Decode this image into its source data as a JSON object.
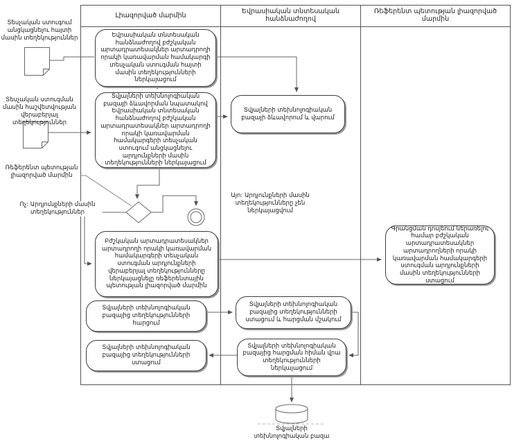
{
  "lanes": [
    {
      "title": "Լիազորված մարմին"
    },
    {
      "title": "Եվրասիական տնտեսական հանձնաժողով"
    },
    {
      "title": "Ռեֆերենտ պետության լիազորված մարմին"
    }
  ],
  "nodes": {
    "submit_application": "Եվրասիական տնտեսական հանձնաժողով բժշկական արտադրատեսակներ արտադրողի որակի կառավարման համակարգի տեսչական ստուգման հայտի մասին տեղեկությունների ներկայացում",
    "submit_results": "Տվյալների տեխնոլոգիական բազայի ձևավորման նպատակով Եվրասիական տնտեսական հանձնաժողով բժշկական արտադրատեսակներ արտադրողի որակի կառավարման համակարգերի տեսչական ստուգում անցկացնելու արդյունքների մասին տեղեկությունների ներկայացում",
    "form_maintain_db": "Տվյալների տեխնոլոգիական բազայի ձևավորում և վարում",
    "submit_to_referent": "Բժշկական արտադրատեսակներ արտադրողի որակի կառավարման համակարգերի տեսչական ստուգման արդյունքների վերաբերյալ տեղեկությունները ներկայացնելը ռեֆերենտային պետության լիազորված մարմին",
    "receive_for_dossier": "Գրանցման դոսյեում ներառելու համար բժշկական արտադրատեսակներ արտադրողների որակի կառավարման համակարգերի ստուգման արդյունքների մասին տեղեկությունների ստացում",
    "request_info": "Տվյալների տեխնոլոգիական բազայից տեղեկությունների հարցում",
    "receive_process_request": "Տվյալների տեխնոլոգիական բազայից տեղեկությունների ստացում և հարցման մշակում",
    "submit_on_request": "Տվյալների տեխնոլոգիական բազայից հարցման հիման վրա տեղեկությունների ներկայացում",
    "receive_info": "Տվյալների տեխնոլոգիական բազայից տեղեկությունների ստացում"
  },
  "annotations": {
    "doc1_label": "Տեսչական ստուգում անցկացնելու հայտի մասին տեղեկություններ",
    "doc2_label": "Տեսչական ստուգման մասին հաշվետվության վերաբերյալ տեղեկություններ",
    "referent_label": "Ռեֆերենտ պետության լիազորված մարմին",
    "no_branch": "Ոչ: Արդյունքների մասին տեղեկություններ",
    "yes_branch": "Այո: Արդյունքների մասին տեղեկությունները չեն ներկայացվում",
    "database_label": "Տվյալների տեխնոլոգիական բազա"
  }
}
